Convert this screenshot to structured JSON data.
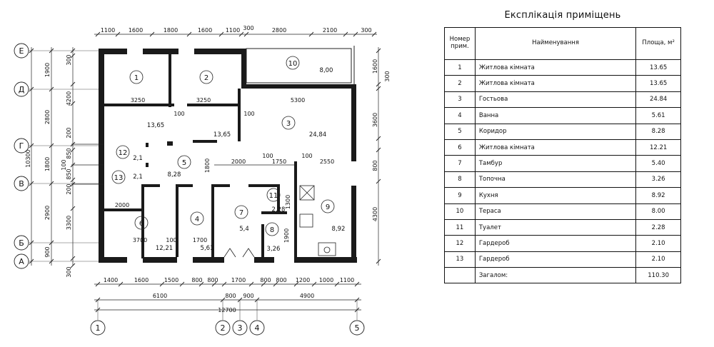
{
  "title": "Експлікація приміщень",
  "table": {
    "headers": {
      "number": "Номер прим.",
      "name": "Найменування",
      "area": "Площа, м²"
    },
    "rows": [
      {
        "n": "1",
        "name": "Житлова кімната",
        "area": "13.65"
      },
      {
        "n": "2",
        "name": "Житлова кімната",
        "area": "13.65"
      },
      {
        "n": "3",
        "name": "Гостьова",
        "area": "24.84"
      },
      {
        "n": "4",
        "name": "Ванна",
        "area": "5.61"
      },
      {
        "n": "5",
        "name": "Коридор",
        "area": "8.28"
      },
      {
        "n": "6",
        "name": "Житлова кімната",
        "area": "12.21"
      },
      {
        "n": "7",
        "name": "Тамбур",
        "area": "5.40"
      },
      {
        "n": "8",
        "name": "Топочна",
        "area": "3.26"
      },
      {
        "n": "9",
        "name": "Кухня",
        "area": "8.92"
      },
      {
        "n": "10",
        "name": "Тераса",
        "area": "8.00"
      },
      {
        "n": "11",
        "name": "Туалет",
        "area": "2.28"
      },
      {
        "n": "12",
        "name": "Гардероб",
        "area": "2.10"
      },
      {
        "n": "13",
        "name": "Гардероб",
        "area": "2.10"
      }
    ],
    "total_label": "Загалом:",
    "total_value": "110.30"
  },
  "plan": {
    "axes_rows": [
      "Е",
      "Д",
      "Г",
      "В",
      "Б",
      "А"
    ],
    "axes_cols": [
      "1",
      "2",
      "3",
      "4",
      "5"
    ],
    "dims_top": [
      "1100",
      "1600",
      "1800",
      "1600",
      "1100",
      "300",
      "2800",
      "2100",
      "300"
    ],
    "dims_bottom_1": [
      "1400",
      "1600",
      "1500",
      "800",
      "800",
      "1700",
      "800",
      "800",
      "1200",
      "1000",
      "1100"
    ],
    "dims_bottom_2": [
      "6100",
      "800",
      "900",
      "4900"
    ],
    "dims_bottom_3": "12700",
    "dims_left_outer": [
      "1900",
      "2800",
      "1800",
      "2900",
      "900"
    ],
    "dims_left_inner": [
      "300",
      "4200",
      "200",
      "850",
      "100",
      "850",
      "200",
      "3300",
      "300"
    ],
    "dims_left_total": "10300",
    "dims_right": [
      "1600",
      "300",
      "3600",
      "800",
      "4300"
    ],
    "room_numbers": [
      "1",
      "2",
      "3",
      "4",
      "5",
      "6",
      "7",
      "8",
      "9",
      "10",
      "11",
      "12",
      "13"
    ],
    "room_areas": [
      "13,65",
      "13,65",
      "24,84",
      "5,61",
      "8,28",
      "12,21",
      "5,4",
      "3,26",
      "8,92",
      "8,00",
      "2,28",
      "2,1",
      "2,1"
    ],
    "inner_dims": {
      "d3250a": "3250",
      "d3250b": "3250",
      "d5300": "5300",
      "d100a": "100",
      "d100b": "100",
      "d2000a": "2000",
      "d100c": "100",
      "d1750": "1750",
      "d100d": "100",
      "d2550": "2550",
      "d1800": "1800",
      "d1300": "1300",
      "d2000b": "2000",
      "d3700": "3700",
      "d100e": "100",
      "d1700": "1700",
      "d1900": "1900"
    }
  }
}
